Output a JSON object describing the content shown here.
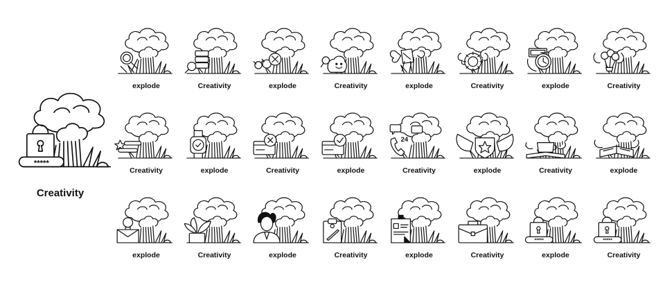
{
  "featured": {
    "label": "Creativity",
    "overlay": "lock",
    "password_text": "*****"
  },
  "icons": [
    {
      "label": "explode",
      "overlay": "magnifier-lines"
    },
    {
      "label": "Creativity",
      "overlay": "servers-search"
    },
    {
      "label": "explode",
      "overlay": "bugs-search"
    },
    {
      "label": "Creativity",
      "overlay": "smiley-search"
    },
    {
      "label": "explode",
      "overlay": "winged-board"
    },
    {
      "label": "Creativity",
      "overlay": "winged-gear"
    },
    {
      "label": "explode",
      "overlay": "money-clock"
    },
    {
      "label": "Creativity",
      "overlay": "winged-flower"
    },
    {
      "label": "Creativity",
      "overlay": "star-list"
    },
    {
      "label": "explode",
      "overlay": "watch"
    },
    {
      "label": "Creativity",
      "overlay": "card-error"
    },
    {
      "label": "explode",
      "overlay": "card-check"
    },
    {
      "label": "Creativity",
      "overlay": "support-24",
      "badge": "24"
    },
    {
      "label": "explode",
      "overlay": "winged-star"
    },
    {
      "label": "Creativity",
      "overlay": "winged-cup"
    },
    {
      "label": "explode",
      "overlay": "winged-book"
    },
    {
      "label": "explode",
      "overlay": "bulb-mail"
    },
    {
      "label": "Creativity",
      "overlay": "potted-plant"
    },
    {
      "label": "explode",
      "overlay": "businessman"
    },
    {
      "label": "Creativity",
      "overlay": "clipboard"
    },
    {
      "label": "explode",
      "overlay": "resume"
    },
    {
      "label": "Creativity",
      "overlay": "briefcase"
    },
    {
      "label": "explode",
      "overlay": "lock-password",
      "password_text": "*****"
    },
    {
      "label": "Creativity",
      "overlay": "lock-password",
      "password_text": "*****"
    }
  ]
}
